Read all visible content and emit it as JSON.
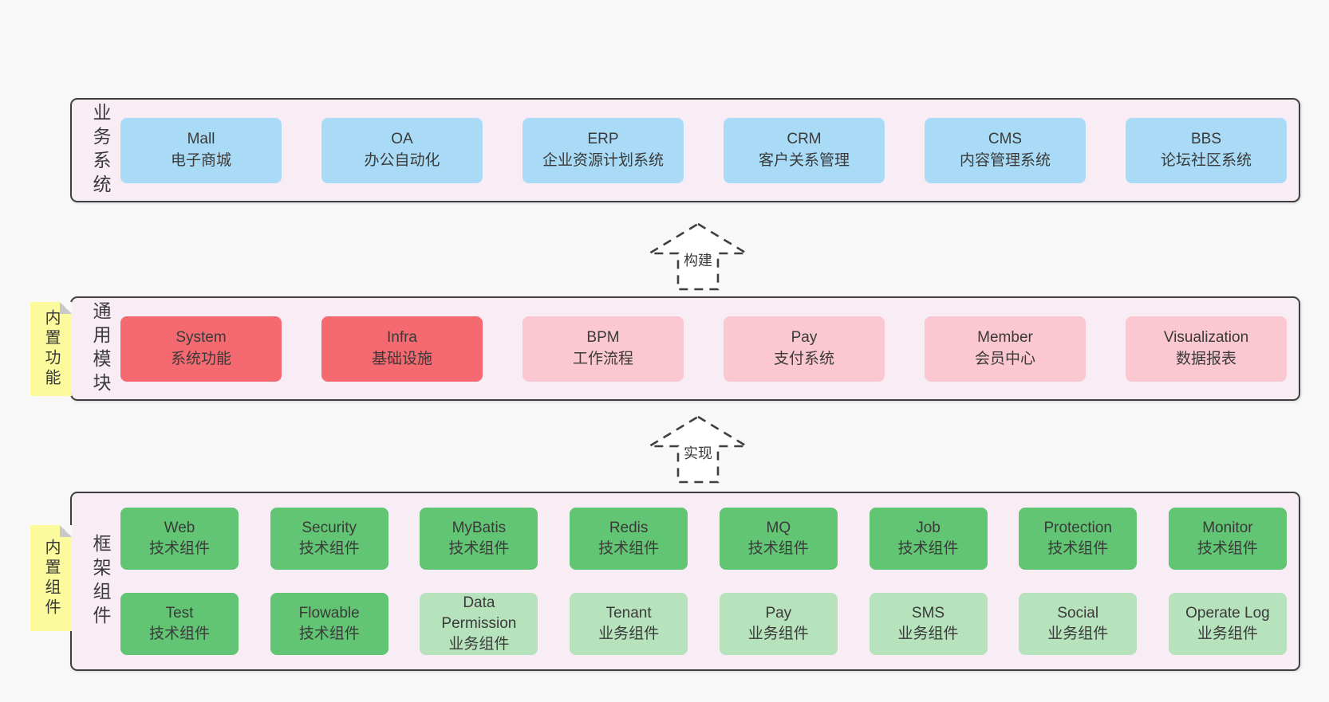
{
  "colors": {
    "page_bg": "#f8f8f8",
    "container_bg": "#f8ecf5",
    "container_border": "#3f3f3f",
    "box_blue": "#a9dbf6",
    "box_red": "#f46a70",
    "box_pink": "#fbc7d0",
    "box_green_dark": "#61c574",
    "box_green_light": "#b6e2bc",
    "note_yellow": "#fbfb9d",
    "note_fold_gray": "#c9c9c9",
    "text": "#3a3a3a"
  },
  "arrows": {
    "build": {
      "label": "构建"
    },
    "implement": {
      "label": "实现"
    }
  },
  "business_layer": {
    "label": "业务系统",
    "boxes": [
      {
        "name": "Mall",
        "desc": "电子商城"
      },
      {
        "name": "OA",
        "desc": "办公自动化"
      },
      {
        "name": "ERP",
        "desc": "企业资源计划系统"
      },
      {
        "name": "CRM",
        "desc": "客户关系管理"
      },
      {
        "name": "CMS",
        "desc": "内容管理系统"
      },
      {
        "name": "BBS",
        "desc": "论坛社区系统"
      }
    ]
  },
  "module_layer": {
    "label": "通用模块",
    "note": "内置功能",
    "boxes": [
      {
        "name": "System",
        "desc": "系统功能"
      },
      {
        "name": "Infra",
        "desc": "基础设施"
      },
      {
        "name": "BPM",
        "desc": "工作流程"
      },
      {
        "name": "Pay",
        "desc": "支付系统"
      },
      {
        "name": "Member",
        "desc": "会员中心"
      },
      {
        "name": "Visualization",
        "desc": "数据报表"
      }
    ]
  },
  "component_layer": {
    "label": "框架组件",
    "note": "内置组件",
    "row1": [
      {
        "name": "Web",
        "desc": "技术组件"
      },
      {
        "name": "Security",
        "desc": "技术组件"
      },
      {
        "name": "MyBatis",
        "desc": "技术组件"
      },
      {
        "name": "Redis",
        "desc": "技术组件"
      },
      {
        "name": "MQ",
        "desc": "技术组件"
      },
      {
        "name": "Job",
        "desc": "技术组件"
      },
      {
        "name": "Protection",
        "desc": "技术组件"
      },
      {
        "name": "Monitor",
        "desc": "技术组件"
      }
    ],
    "row2": [
      {
        "name": "Test",
        "desc": "技术组件"
      },
      {
        "name": "Flowable",
        "desc": "技术组件"
      },
      {
        "name": "Data Permission",
        "desc": "业务组件"
      },
      {
        "name": "Tenant",
        "desc": "业务组件"
      },
      {
        "name": "Pay",
        "desc": "业务组件"
      },
      {
        "name": "SMS",
        "desc": "业务组件"
      },
      {
        "name": "Social",
        "desc": "业务组件"
      },
      {
        "name": "Operate Log",
        "desc": "业务组件"
      }
    ]
  }
}
